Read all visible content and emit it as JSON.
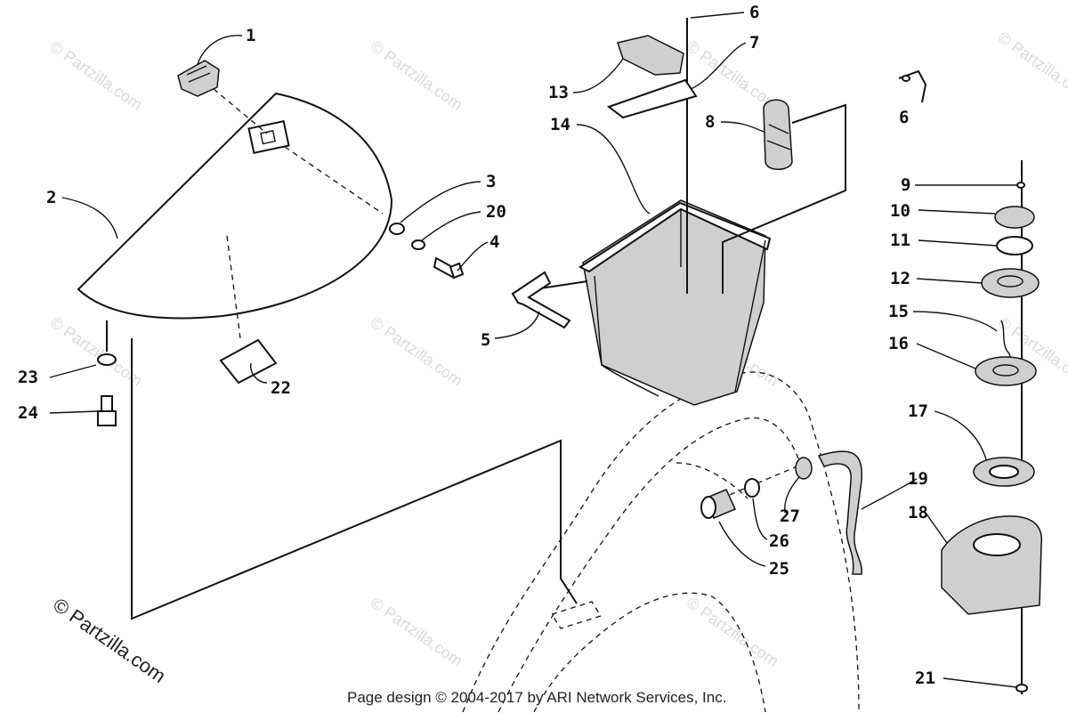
{
  "watermark": "© Partzilla.com",
  "footer": "Page design © 2004-2017 by ARI Network Services, Inc.",
  "callouts": [
    "1",
    "2",
    "3",
    "20",
    "4",
    "5",
    "6",
    "7",
    "13",
    "14",
    "8",
    "6",
    "9",
    "10",
    "11",
    "12",
    "15",
    "16",
    "17",
    "18",
    "19",
    "27",
    "26",
    "25",
    "21",
    "22",
    "23",
    "24"
  ]
}
